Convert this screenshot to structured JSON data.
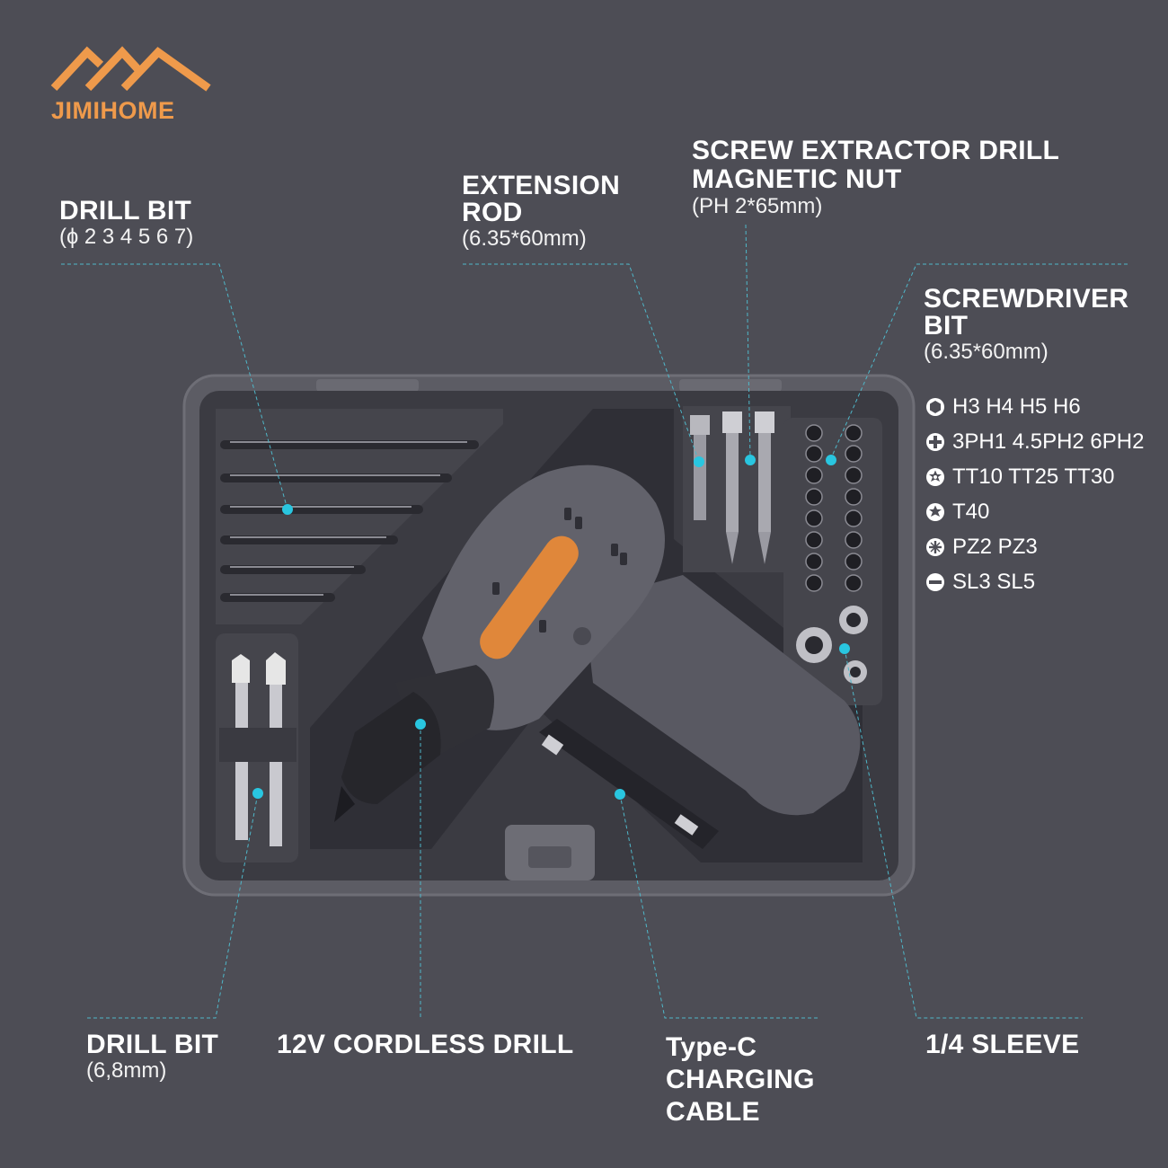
{
  "brand": {
    "name": "JIMIHOME",
    "accent": "#ef9a4b"
  },
  "labels": {
    "drill_bit_top": {
      "title": "DRILL BIT",
      "sub": "(ɸ 2 3 4 5 6 7)"
    },
    "extension_rod": {
      "title_1": "EXTENSION",
      "title_2": "ROD",
      "sub": "(6.35*60mm)"
    },
    "screw_extractor": {
      "title_1": "SCREW EXTRACTOR DRILL",
      "title_2": "MAGNETIC NUT",
      "sub": "(PH 2*65mm)"
    },
    "screwdriver_bit": {
      "title_1": "SCREWDRIVER",
      "title_2": "BIT",
      "sub": "(6.35*60mm)"
    },
    "drill_bit_bottom": {
      "title": "DRILL BIT",
      "sub": "(6,8mm)"
    },
    "cordless_drill": {
      "title": "12V CORDLESS DRILL"
    },
    "charging_cable": {
      "title_1": "Type-C",
      "title_2": "CHARGING",
      "title_3": "CABLE"
    },
    "sleeve": {
      "title": "1/4 SLEEVE"
    }
  },
  "bit_types": [
    {
      "icon": "hex-icon",
      "text": "H3 H4 H5 H6"
    },
    {
      "icon": "phillips-icon",
      "text": "3PH1 4.5PH2 6PH2"
    },
    {
      "icon": "torx-tamper-icon",
      "text": "TT10 TT25 TT30"
    },
    {
      "icon": "torx-icon",
      "text": "T40"
    },
    {
      "icon": "pozidriv-icon",
      "text": "PZ2 PZ3"
    },
    {
      "icon": "slotted-icon",
      "text": "SL3 SL5"
    }
  ],
  "colors": {
    "background": "#4d4d55",
    "case": "#56565e",
    "callout_dot": "#29c6e0",
    "drill_stripe": "#e0873a"
  }
}
